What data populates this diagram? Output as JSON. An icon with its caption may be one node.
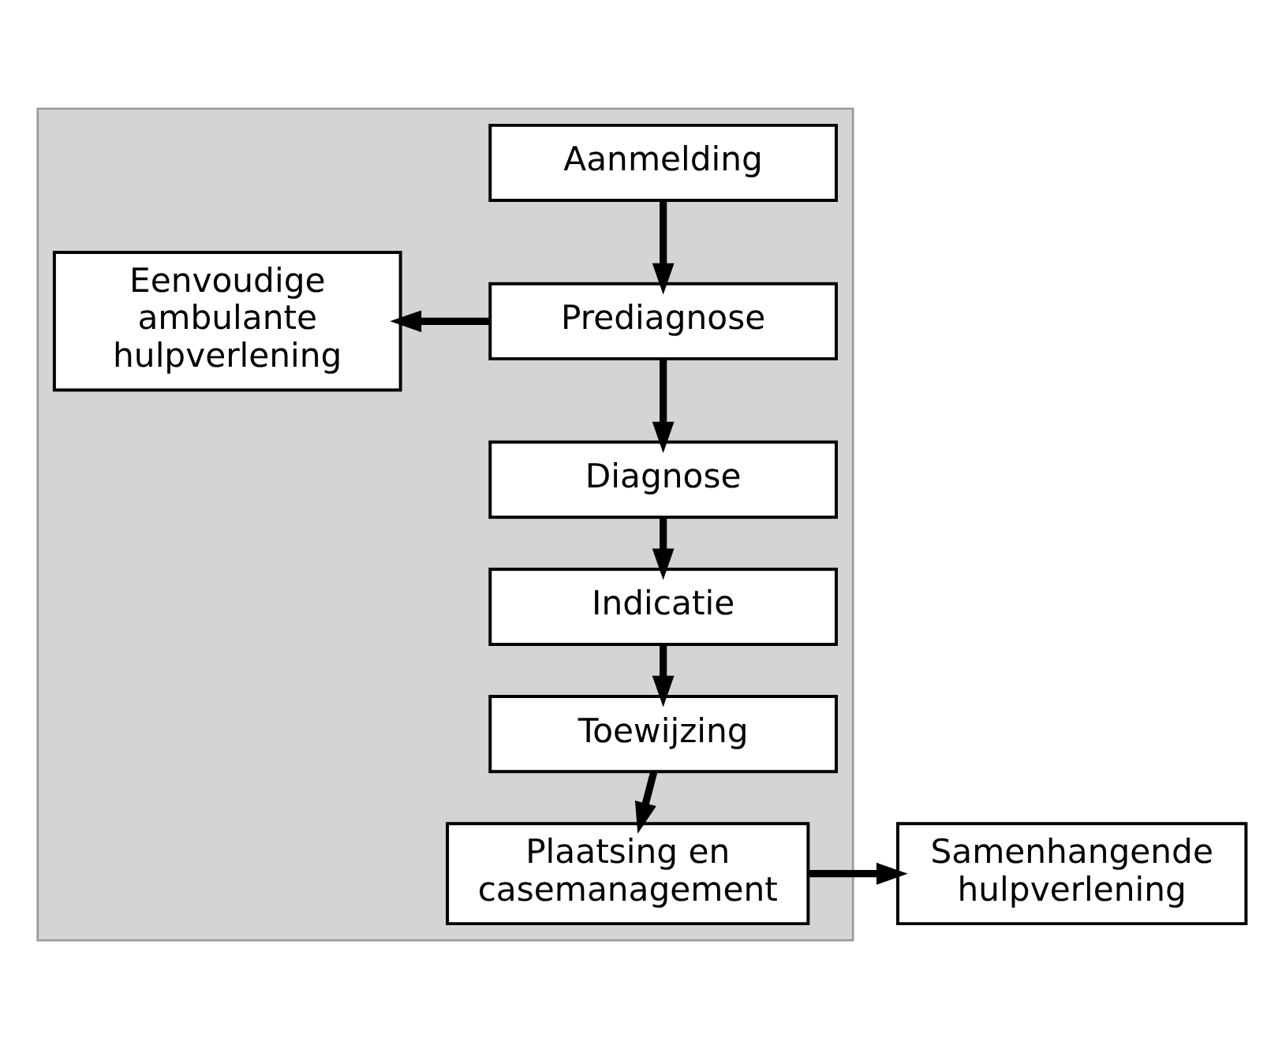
{
  "diagram": {
    "nodes": [
      {
        "text": [],
        "shape": "band"
      },
      {
        "text": [
          "Aanmelding"
        ],
        "in": 0
      },
      {
        "text": [
          "Prediagnose"
        ],
        "in": 0
      },
      {
        "text": [
          "Eenvoudige ambulante hulpverlening"
        ],
        "in": 0
      },
      {
        "text": [
          "Diagnose"
        ],
        "in": 0
      },
      {
        "text": [
          "Indicatie"
        ],
        "in": 0
      },
      {
        "text": [
          "Toewijzing"
        ],
        "in": 0
      },
      {
        "text": [
          "Plaatsing en casemanagement"
        ],
        "in": 0
      },
      {
        "text": [
          "Samenhangende hulpverlening"
        ]
      }
    ],
    "edges": [
      {
        "from": 1,
        "to": 2,
        "arrow": "to"
      },
      {
        "from": 2,
        "to": 3,
        "arrow": "to"
      },
      {
        "from": 2,
        "to": 4,
        "arrow": "to"
      },
      {
        "from": 4,
        "to": 5,
        "arrow": "to"
      },
      {
        "from": 5,
        "to": 6,
        "arrow": "to"
      },
      {
        "from": 6,
        "to": 7,
        "arrow": "to"
      },
      {
        "from": 7,
        "to": 8,
        "arrow": "to"
      }
    ]
  }
}
